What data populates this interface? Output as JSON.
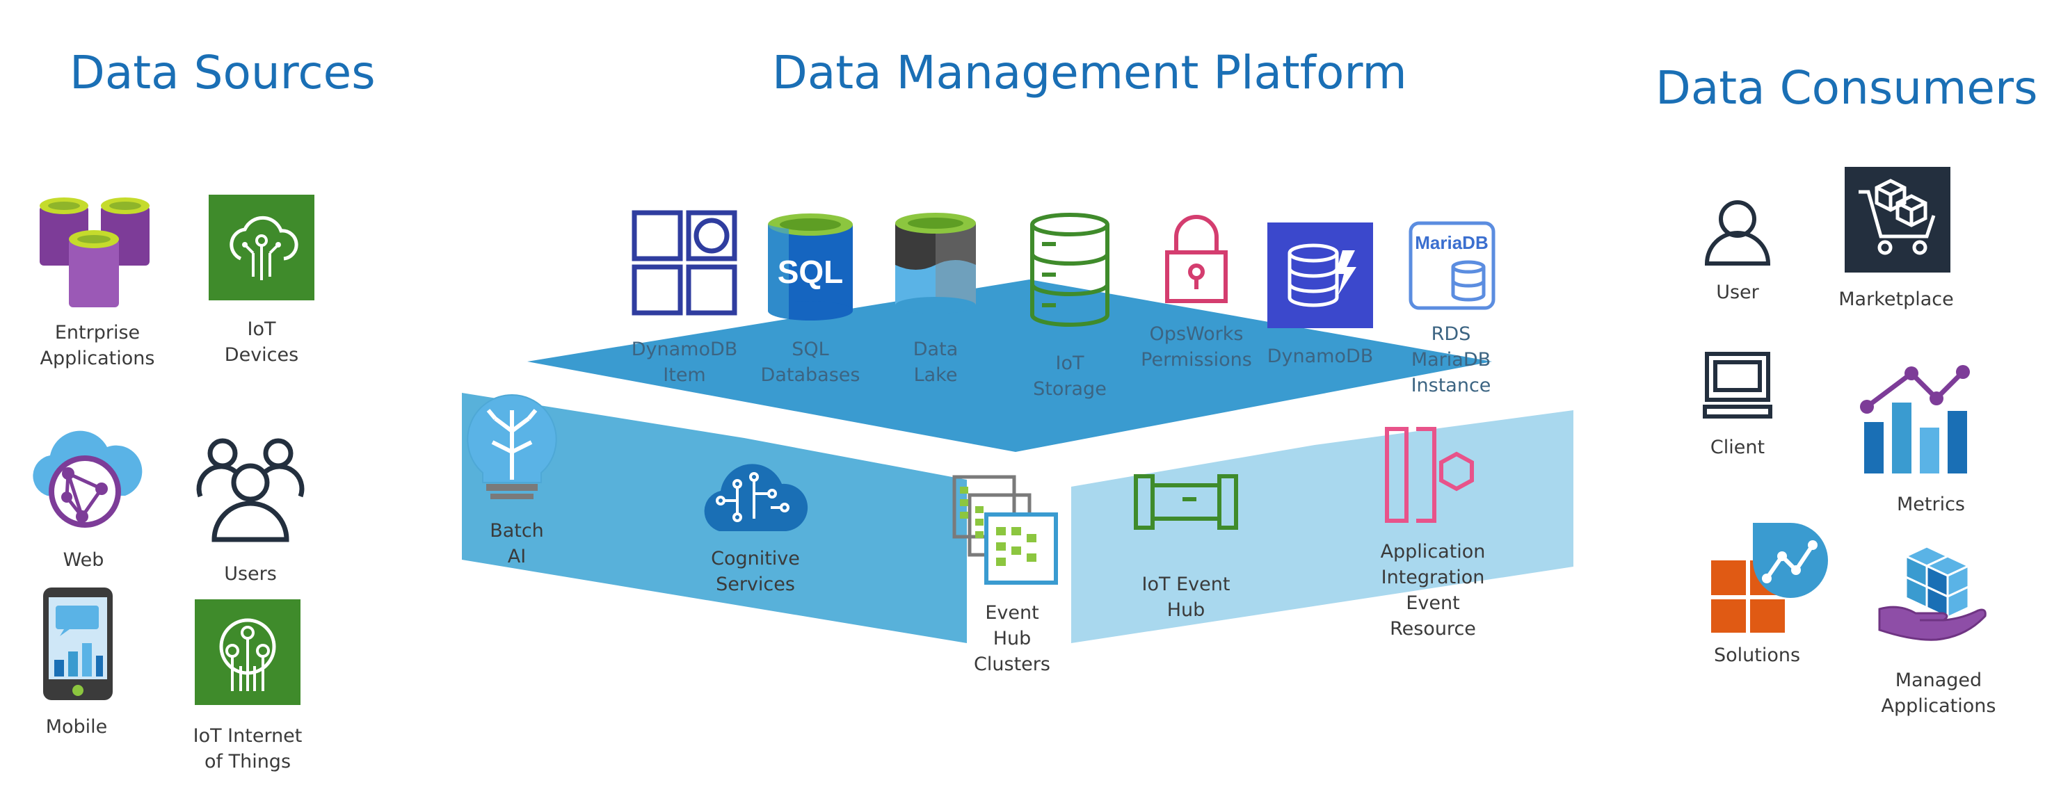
{
  "headings": {
    "sources": "Data Sources",
    "platform": "Data Management Platform",
    "consumers": "Data Consumers"
  },
  "colors": {
    "heading": "#1a6fb5",
    "platform_top": "#3a9bd0",
    "left_band": "#58b1da",
    "right_band": "#a9d8ee",
    "azure_green": "#3f8b2b",
    "purple": "#8e4ea7",
    "navy": "#2f3d9f",
    "pink": "#d43d6f"
  },
  "sources": [
    {
      "icon": "database-cluster-icon",
      "lines": [
        "Entrprise",
        "Applications"
      ]
    },
    {
      "icon": "iot-devices-icon",
      "lines": [
        "IoT",
        "Devices"
      ]
    },
    {
      "icon": "web-cloud-icon",
      "lines": [
        "Web"
      ]
    },
    {
      "icon": "users-icon",
      "lines": [
        "Users"
      ]
    },
    {
      "icon": "mobile-icon",
      "lines": [
        "Mobile"
      ]
    },
    {
      "icon": "iot-internet-of-things-icon",
      "lines": [
        "IoT Internet",
        "of Things"
      ]
    }
  ],
  "storage": [
    {
      "icon": "dynamodb-item-icon",
      "lines": [
        "DynamoDB",
        "Item"
      ]
    },
    {
      "icon": "sql-database-icon",
      "lines": [
        "SQL",
        "Databases"
      ],
      "text": "SQL"
    },
    {
      "icon": "data-lake-icon",
      "lines": [
        "Data",
        "Lake"
      ]
    },
    {
      "icon": "iot-storage-icon",
      "lines": [
        "IoT",
        "Storage"
      ]
    },
    {
      "icon": "lock-icon",
      "lines": [
        "OpsWorks",
        "Permissions"
      ]
    },
    {
      "icon": "dynamodb-icon",
      "lines": [
        "DynamoDB"
      ]
    },
    {
      "icon": "rds-mariadb-icon",
      "lines": [
        "RDS",
        "MariaDB",
        "Instance"
      ],
      "text": "MariaDB"
    }
  ],
  "services": [
    {
      "icon": "batch-ai-icon",
      "lines": [
        "Batch",
        "AI"
      ]
    },
    {
      "icon": "cognitive-services-icon",
      "lines": [
        "Cognitive",
        "Services"
      ]
    },
    {
      "icon": "event-hub-clusters-icon",
      "lines": [
        "Event",
        "Hub",
        "Clusters"
      ]
    },
    {
      "icon": "iot-event-hub-icon",
      "lines": [
        "IoT Event",
        "Hub"
      ]
    },
    {
      "icon": "application-integration-icon",
      "lines": [
        "Application",
        "Integration",
        "Event",
        "Resource"
      ]
    }
  ],
  "consumers": [
    {
      "icon": "user-icon",
      "lines": [
        "User"
      ]
    },
    {
      "icon": "marketplace-cart-icon",
      "lines": [
        "Marketplace"
      ]
    },
    {
      "icon": "client-computer-icon",
      "lines": [
        "Client"
      ]
    },
    {
      "icon": "metrics-chart-icon",
      "lines": [
        "Metrics"
      ]
    },
    {
      "icon": "solutions-icon",
      "lines": [
        "Solutions"
      ]
    },
    {
      "icon": "managed-applications-icon",
      "lines": [
        "Managed",
        "Applications"
      ]
    }
  ]
}
